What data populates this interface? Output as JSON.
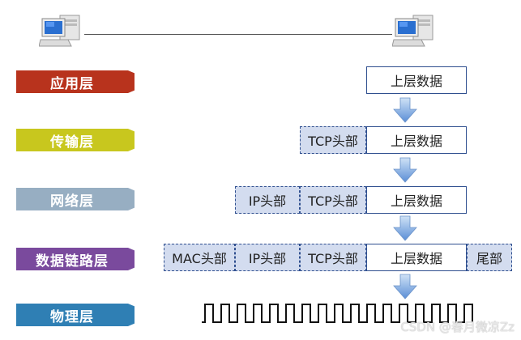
{
  "layers": [
    {
      "label": "应用层",
      "color": "#b8331d"
    },
    {
      "label": "传输层",
      "color": "#c8c71e"
    },
    {
      "label": "网络层",
      "color": "#97aec2"
    },
    {
      "label": "数据链路层",
      "color": "#7a4a9d"
    },
    {
      "label": "物理层",
      "color": "#2f7fb4"
    }
  ],
  "headers": {
    "tcp": "TCP头部",
    "ip": "IP头部",
    "mac": "MAC头部",
    "trailer": "尾部"
  },
  "payload": "上层数据",
  "watermark": "CSDN @春月微凉Zz"
}
